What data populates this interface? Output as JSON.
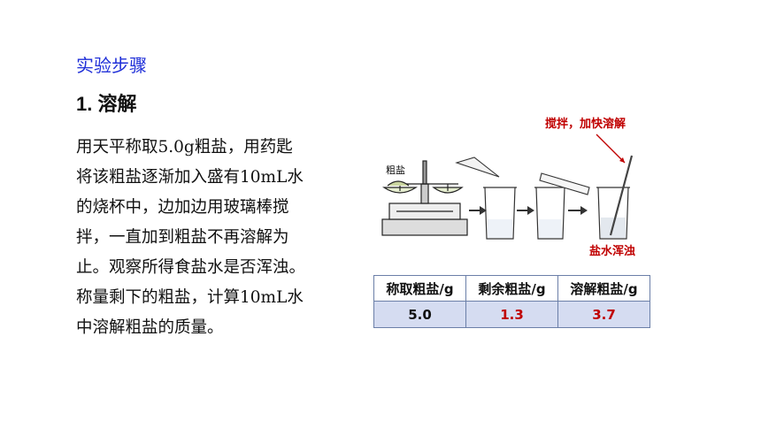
{
  "section_title": "实验步骤",
  "step_title": "1. 溶解",
  "body_lines": [
    "用天平称取5.0g粗盐，用药匙",
    "将该粗盐逐渐加入盛有10mL水",
    "的烧杯中，边加边用玻璃棒搅",
    "拌，一直加到粗盐不再溶解为",
    "止。观察所得食盐水是否浑浊。",
    "称量剩下的粗盐，计算10mL水",
    "中溶解粗盐的质量。"
  ],
  "diagram": {
    "label_coarse_salt": "粗盐",
    "label_stir": "搅拌，加快溶解",
    "label_turbid": "盐水浑浊"
  },
  "table": {
    "headers": [
      "称取粗盐/g",
      "剩余粗盐/g",
      "溶解粗盐/g"
    ],
    "row": [
      "5.0",
      "1.3",
      "3.7"
    ]
  },
  "colors": {
    "title_blue": "#1f2fd8",
    "annotation_red": "#c00000",
    "table_fill": "#d5dcf1"
  }
}
